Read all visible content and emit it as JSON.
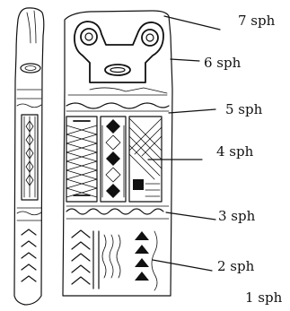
{
  "diagram": {
    "labels": [
      {
        "id": "7",
        "text": "7 sph"
      },
      {
        "id": "6",
        "text": "6 sph"
      },
      {
        "id": "5",
        "text": "5 sph"
      },
      {
        "id": "4",
        "text": "4 sph"
      },
      {
        "id": "3",
        "text": "3 sph"
      },
      {
        "id": "2",
        "text": "2 sph"
      },
      {
        "id": "1",
        "text": "1 sph"
      }
    ]
  }
}
